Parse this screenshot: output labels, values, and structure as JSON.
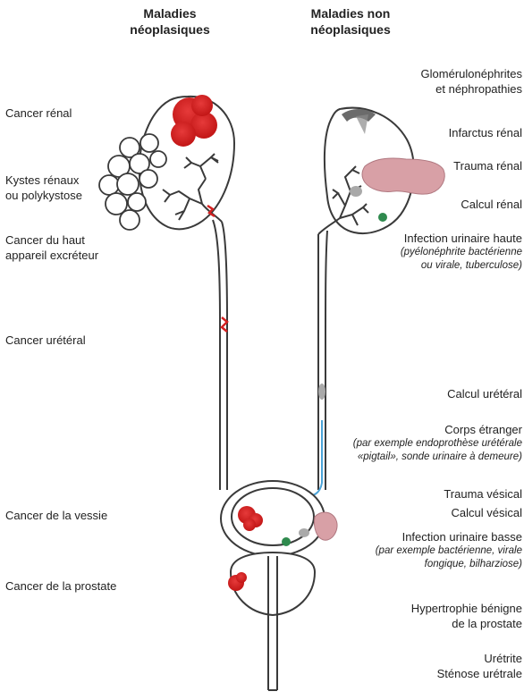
{
  "headers": {
    "left": [
      "Maladies",
      "néoplasiques"
    ],
    "right": [
      "Maladies non",
      "néoplasiques"
    ]
  },
  "left_labels": {
    "cancer_renal": [
      "Cancer rénal"
    ],
    "kystes": [
      "Kystes rénaux",
      "ou polykystose"
    ],
    "haut_appareil": [
      "Cancer du haut",
      "appareil excréteur"
    ],
    "ureteral": [
      "Cancer urétéral"
    ],
    "vessie": [
      "Cancer de la vessie"
    ],
    "prostate": [
      "Cancer de la prostate"
    ]
  },
  "right_labels": {
    "glomerulo": [
      "Glomérulonéphrites",
      "et néphropathies"
    ],
    "infarctus": [
      "Infarctus rénal"
    ],
    "trauma_renal": [
      "Trauma rénal"
    ],
    "calcul_renal": [
      "Calcul rénal"
    ],
    "infection_haute": [
      "Infection urinaire haute"
    ],
    "infection_haute_detail": [
      "(pyélonéphrite bactérienne",
      "ou virale, tuberculose)"
    ],
    "calcul_ureteral": [
      "Calcul urétéral"
    ],
    "corps_etranger": [
      "Corps étranger"
    ],
    "corps_etranger_detail": [
      "(par exemple endoprothèse urétérale",
      "«pigtail», sonde urinaire à demeure)"
    ],
    "trauma_vesical": [
      "Trauma vésical"
    ],
    "calcul_vesical": [
      "Calcul vésical"
    ],
    "infection_basse": [
      "Infection urinaire basse"
    ],
    "infection_basse_detail": [
      "(par exemple bactérienne, virale",
      "fongique, bilharziose)"
    ],
    "hypertrophie": [
      "Hypertrophie bénigne",
      "de la prostate"
    ],
    "uretrite": [
      "Urétrite",
      "Sténose urétrale"
    ]
  },
  "colors": {
    "tumor": "#d42020",
    "trauma": "#d8a0a6",
    "calculus": "#a9a9a9",
    "infection": "#2f8a4e",
    "foreign_body": "#4aa3d8",
    "outline": "#3a3a3a"
  }
}
